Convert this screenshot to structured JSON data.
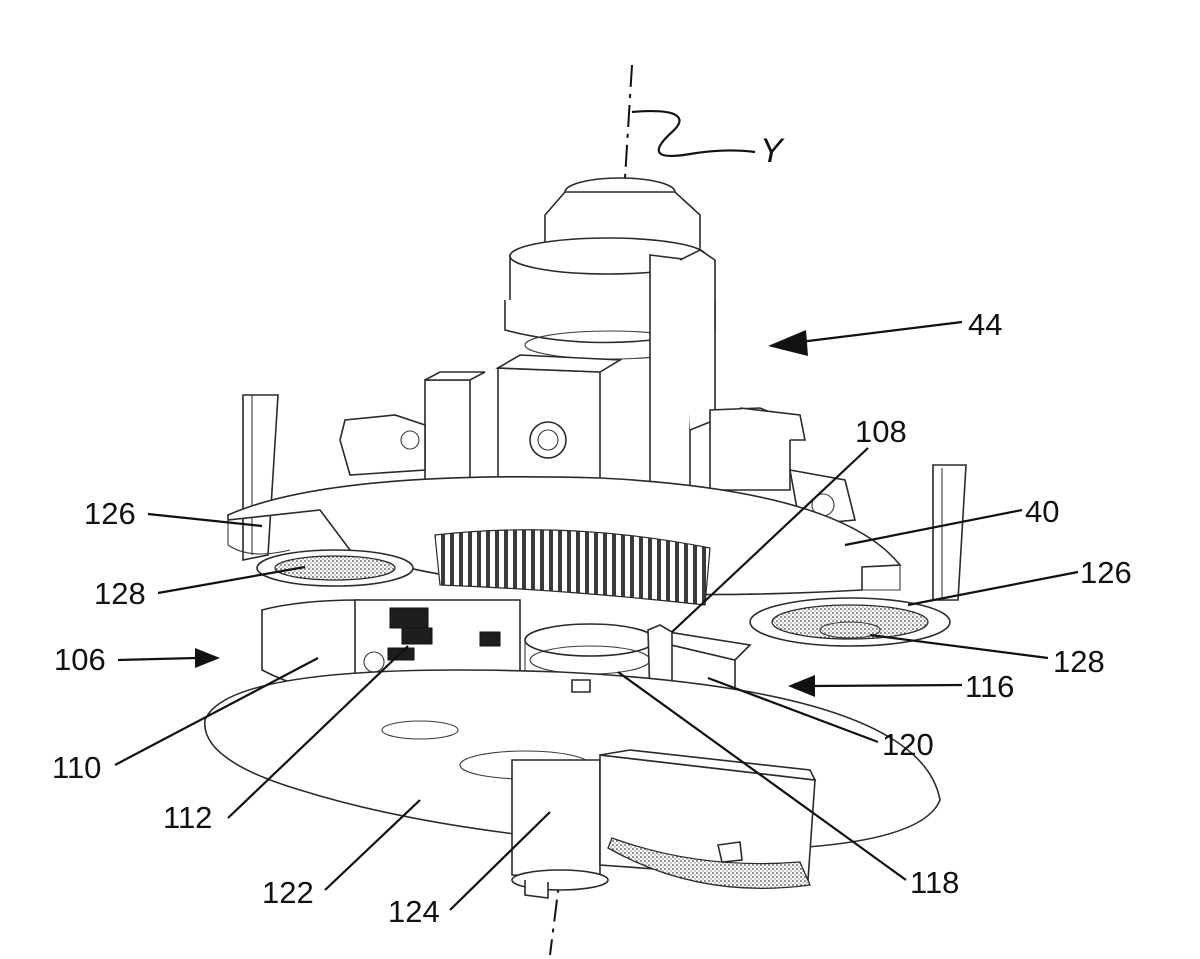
{
  "figure": {
    "axis_label": "Y",
    "labels": {
      "l44": "44",
      "l108": "108",
      "l126a": "126",
      "l40": "40",
      "l128a": "128",
      "l126b": "126",
      "l106": "106",
      "l128b": "128",
      "l116": "116",
      "l110": "110",
      "l120": "120",
      "l112": "112",
      "l118": "118",
      "l122": "122",
      "l124": "124"
    }
  }
}
